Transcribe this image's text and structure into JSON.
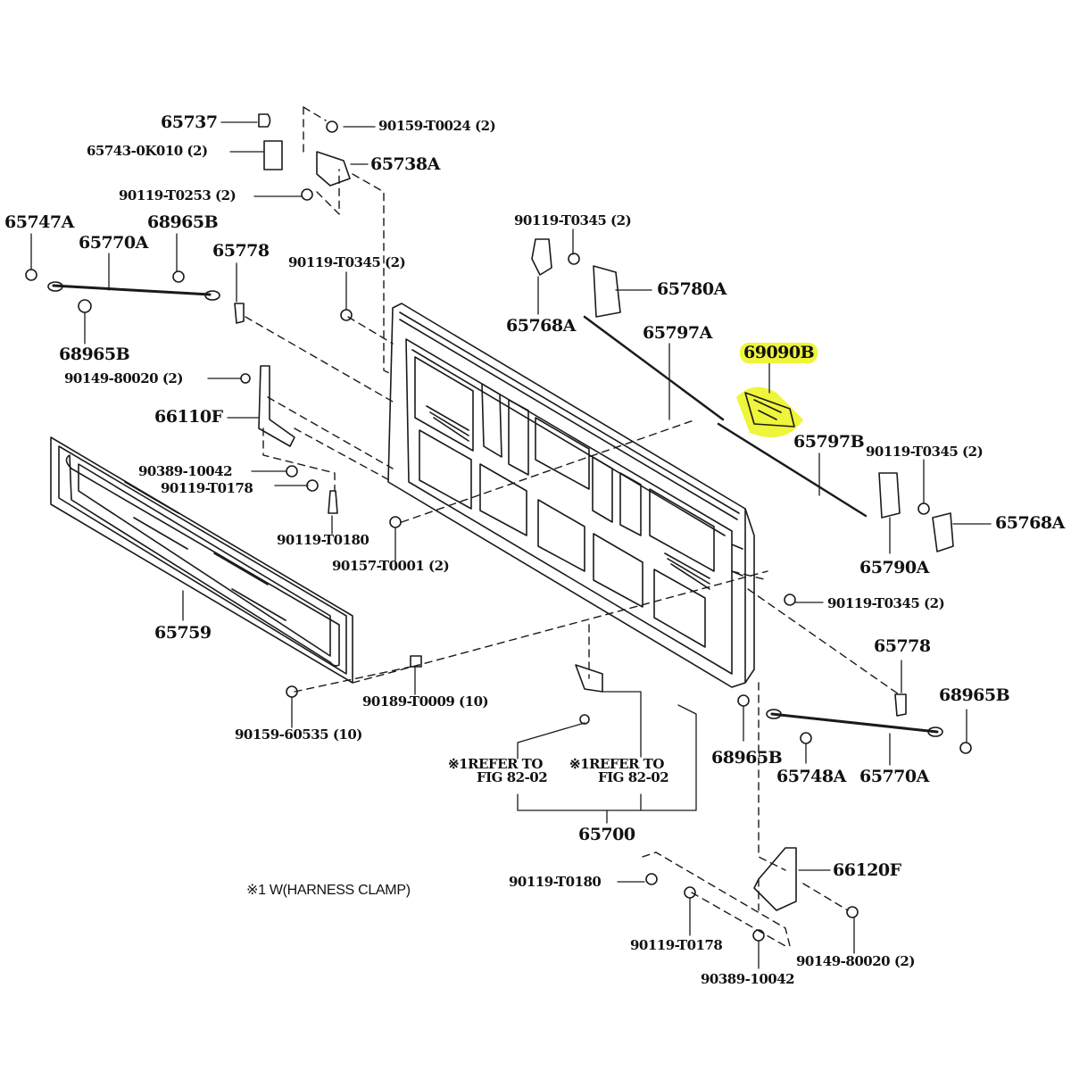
{
  "diagram": {
    "title": "Tailgate parts exploded diagram",
    "highlight_color": "#eef53a",
    "highlighted_part": "69090B",
    "labels": {
      "p65737": "65737",
      "p65743": "65743-0K010 (2)",
      "p90159_t0024": "90159-T0024 (2)",
      "p65738a": "65738A",
      "p90119_t0253": "90119-T0253 (2)",
      "p65747a": "65747A",
      "p68965b_tl": "68965B",
      "p65770a_l": "65770A",
      "p65778_l": "65778",
      "p90119_t0345_c": "90119-T0345 (2)",
      "p68965b_l": "68965B",
      "p90149_80020_l": "90149-80020 (2)",
      "p66110f": "66110F",
      "p90389_10042_l": "90389-10042",
      "p90119_t0178_l": "90119-T0178",
      "p90119_t0180_l": "90119-T0180",
      "p90157_t0001": "90157-T0001 (2)",
      "p65759": "65759",
      "p90189_t0009": "90189-T0009 (10)",
      "p90159_60535": "90159-60535 (10)",
      "p90119_t0345_tr": "90119-T0345 (2)",
      "p65780a": "65780A",
      "p65768a_c": "65768A",
      "p65797a": "65797A",
      "p69090b": "69090B",
      "p65797b": "65797B",
      "p90119_t0345_r": "90119-T0345 (2)",
      "p65768a_r": "65768A",
      "p65790a": "65790A",
      "p90119_t0345_rb": "90119-T0345 (2)",
      "p65778_r": "65778",
      "p68965b_r": "68965B",
      "p68965b_rb": "68965B",
      "p65748a": "65748A",
      "p65770a_r": "65770A",
      "p65700": "65700",
      "p66120f": "66120F",
      "p90119_t0180_b": "90119-T0180",
      "p90119_t0178_b": "90119-T0178",
      "p90389_10042_b": "90389-10042",
      "p90149_80020_b": "90149-80020 (2)"
    },
    "refer_notes": [
      {
        "mark": "※1",
        "line1": "REFER TO",
        "line2": "FIG 82-02"
      },
      {
        "mark": "※1",
        "line1": "REFER TO",
        "line2": "FIG 82-02"
      }
    ],
    "footnote": "※1 W(HARNESS CLAMP)"
  }
}
